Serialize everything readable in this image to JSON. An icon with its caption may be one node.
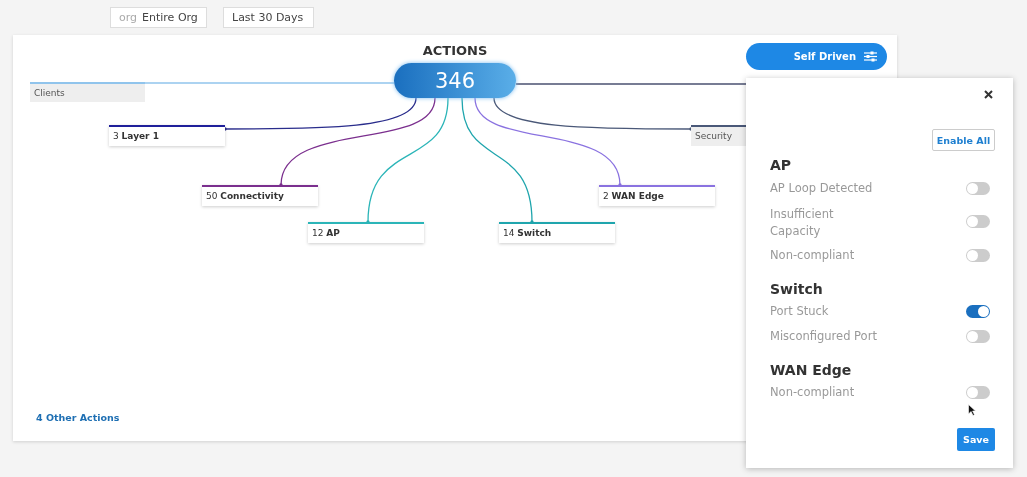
{
  "diagram": {
    "nodes": [
      {
        "text": [
          "ACTIONS",
          "346"
        ]
      },
      {
        "text": [
          "Clients"
        ]
      },
      {
        "text": [
          "3 **Layer 1**"
        ]
      },
      {
        "text": [
          "Security"
        ]
      },
      {
        "text": [
          "50 **Connectivity**"
        ]
      },
      {
        "text": [
          "2 **WAN Edge**"
        ]
      },
      {
        "text": [
          "12 **AP**"
        ]
      },
      {
        "text": [
          "14 **Switch**"
        ]
      }
    ],
    "edges": [
      {
        "from": 0,
        "to": 1,
        "arrow": "none",
        "color": "#90c4ec"
      },
      {
        "from": 0,
        "to": 2,
        "arrow": "other",
        "color": "#2a2d8c"
      },
      {
        "from": 0,
        "to": 3,
        "arrow": "other",
        "color": "#4a5878"
      },
      {
        "from": 0,
        "to": null,
        "arrow": "none",
        "color": "#4a5070"
      },
      {
        "from": 0,
        "to": 4,
        "arrow": "other",
        "color": "#7b2f8e"
      },
      {
        "from": 0,
        "to": 5,
        "arrow": "other",
        "color": "#8a72e0"
      },
      {
        "from": 0,
        "to": 6,
        "arrow": "other",
        "color": "#2bb5b8"
      },
      {
        "from": 0,
        "to": 7,
        "arrow": "other",
        "color": "#1fa5ad"
      }
    ],
    "labels": [
      "org",
      "Entire Org",
      "Last 30 Days",
      "Self Driven",
      "Enable All",
      "AP",
      "AP Loop Detected",
      "Insufficient Capacity",
      "Non-compliant",
      "Switch",
      "Port Stuck",
      "Misconfigured Port",
      "WAN Edge",
      "Non-compliant",
      "Save",
      "4 Other Actions"
    ]
  }
}
